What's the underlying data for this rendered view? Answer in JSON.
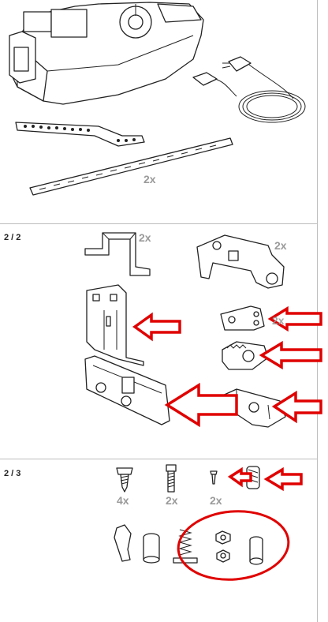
{
  "sections": [
    {
      "label": ""
    },
    {
      "label": "2 / 2"
    },
    {
      "label": "2 / 3"
    }
  ],
  "quantities": {
    "perforated_strap": "2x",
    "u_bracket": "2x",
    "rail_carriage": "2x",
    "angle_bracket": "2x",
    "screw_large": "4x",
    "bolt": "2x",
    "screw_small": "2x"
  },
  "annotation_colors": {
    "arrow": "#e00000",
    "circle": "#e00000",
    "quantity_text": "#9a9a9a"
  },
  "icons": [
    "motor-unit",
    "power-cable",
    "perforated-strap",
    "u-bracket",
    "mounting-plate",
    "carriage",
    "screw",
    "bolt",
    "nut",
    "sleeve",
    "spring"
  ]
}
